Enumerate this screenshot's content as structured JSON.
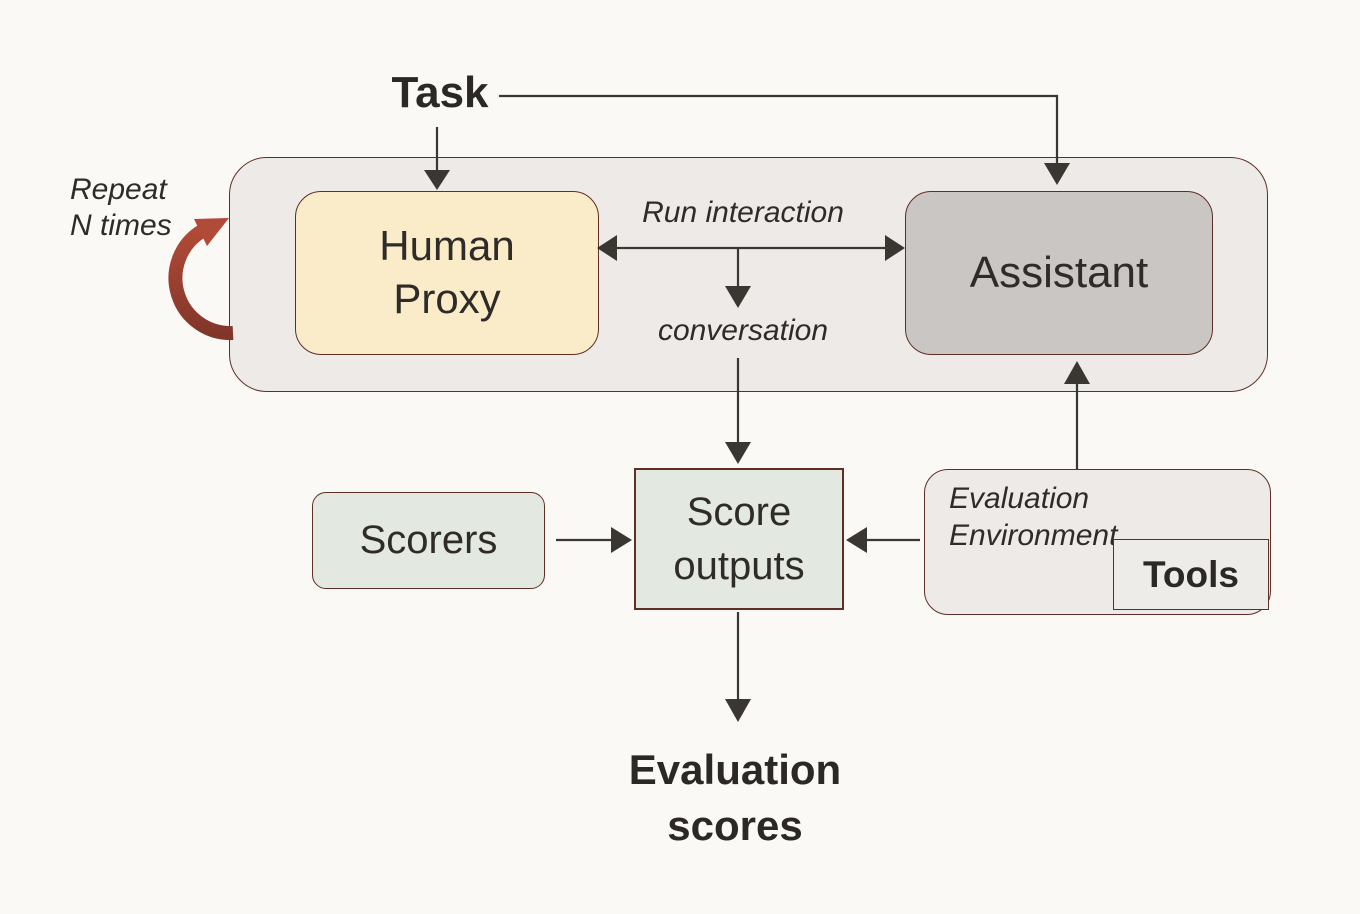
{
  "diagram": {
    "task_label": "Task",
    "repeat_note": "Repeat\nN times",
    "interaction_container": {
      "human_proxy_label": "Human\nProxy",
      "assistant_label": "Assistant",
      "run_interaction_label": "Run interaction",
      "conversation_label": "conversation"
    },
    "scoring": {
      "scorers_label": "Scorers",
      "score_outputs_label": "Score\noutputs",
      "evaluation_environment_label": "Evaluation\nEnvironment",
      "tools_label": "Tools"
    },
    "output_label": "Evaluation\nscores",
    "colors": {
      "background": "#faf9f6",
      "container_fill": "#edeae7",
      "box_border": "#5e2f25",
      "human_proxy_fill": "#faecc8",
      "assistant_fill": "#c9c6c3",
      "scorer_fill": "#e3e8e1",
      "arrow": "#3a3733",
      "repeat_arrow_top": "#b14a37",
      "repeat_arrow_bottom": "#82362a"
    }
  }
}
